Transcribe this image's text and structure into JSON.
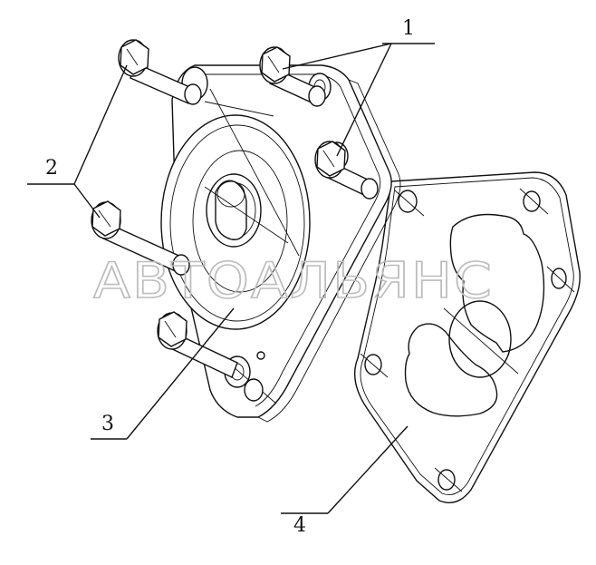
{
  "callouts": {
    "c1": "1",
    "c2": "2",
    "c3": "3",
    "c4": "4"
  },
  "watermark": "АВТОАЛЬЯНС"
}
